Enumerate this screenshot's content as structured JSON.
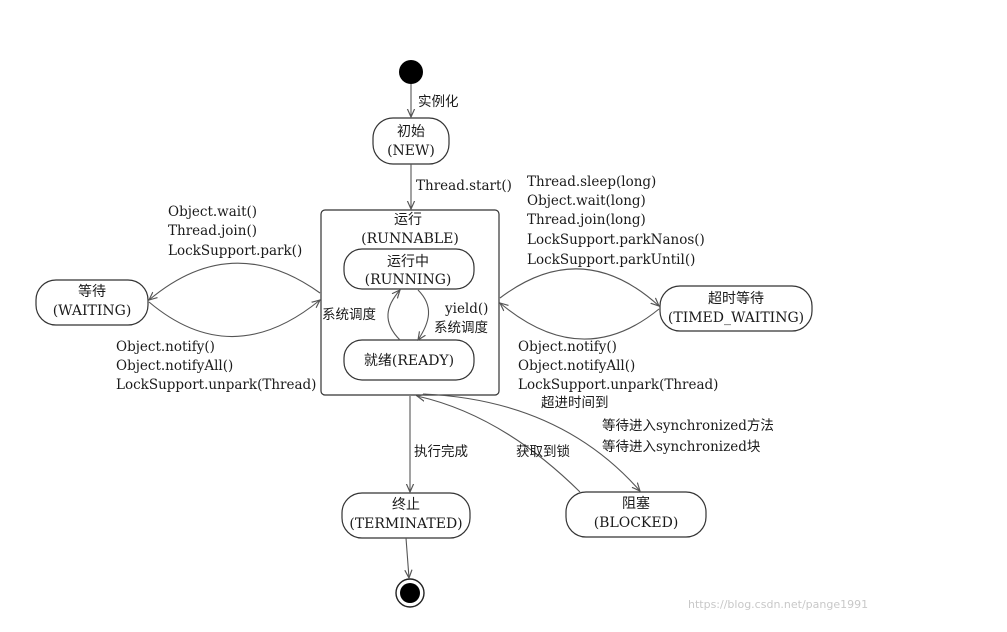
{
  "states": {
    "new": {
      "name": "初始",
      "code": "(NEW)"
    },
    "runnable": {
      "name": "运行",
      "code": "(RUNNABLE)"
    },
    "running": {
      "name": "运行中",
      "code": "(RUNNING)"
    },
    "ready": {
      "name": "就绪(READY)"
    },
    "waiting": {
      "name": "等待",
      "code": "(WAITING)"
    },
    "timed_waiting": {
      "name": "超时等待",
      "code": "(TIMED_WAITING)"
    },
    "terminated": {
      "name": "终止",
      "code": "(TERMINATED)"
    },
    "blocked": {
      "name": "阻塞",
      "code": "(BLOCKED)"
    }
  },
  "transitions": {
    "instantiate": "实例化",
    "thread_start": "Thread.start()",
    "to_waiting": [
      "Object.wait()",
      "Thread.join()",
      "LockSupport.park()"
    ],
    "from_waiting": [
      "Object.notify()",
      "Object.notifyAll()",
      "LockSupport.unpark(Thread)"
    ],
    "to_timed_waiting": [
      "Thread.sleep(long)",
      "Object.wait(long)",
      "Thread.join(long)",
      "LockSupport.parkNanos()",
      "LockSupport.parkUntil()"
    ],
    "from_timed_waiting": [
      "Object.notify()",
      "Object.notifyAll()",
      "LockSupport.unpark(Thread)"
    ],
    "timeout_return": "超进时间到",
    "schedule_left": "系统调度",
    "yield": "yield()",
    "schedule_right": "系统调度",
    "finish": "执行完成",
    "acquire_lock": "获取到锁",
    "wait_sync_method": "等待进入synchronized方法",
    "wait_sync_block": "等待进入synchronized块"
  },
  "watermark": "https://blog.csdn.net/pange1991"
}
